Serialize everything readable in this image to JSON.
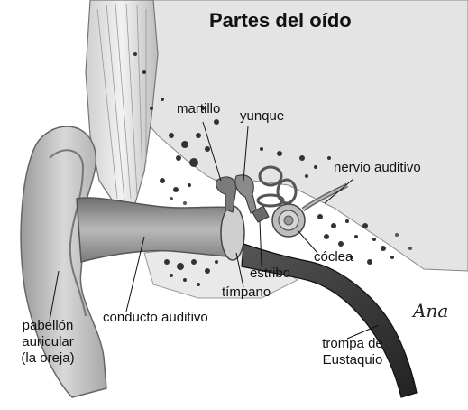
{
  "diagram": {
    "title": "Partes del oído",
    "labels": {
      "martillo": "martillo",
      "yunque": "yunque",
      "nervio_auditivo": "nervio auditivo",
      "coclea": "cóclea",
      "estribo": "estribo",
      "timpano": "tímpano",
      "conducto_auditivo": "conducto auditivo",
      "pabellon_line1": "pabellón",
      "pabellon_line2": "auricular",
      "pabellon_line3": "(la oreja)",
      "trompa_line1": "trompa de",
      "trompa_line2": "Eustaquio"
    },
    "signature": "Ana"
  }
}
